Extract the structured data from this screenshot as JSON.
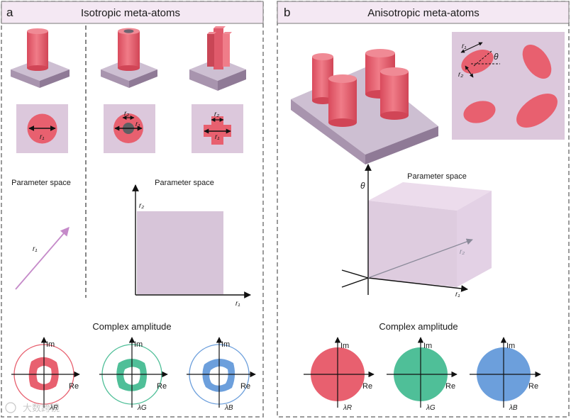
{
  "panel_a": {
    "letter": "a",
    "title": "Isotropic meta-atoms",
    "r1": "r₁",
    "r2": "r₂",
    "param_space_label": "Parameter space",
    "param_space_label_2": "Parameter space",
    "axis_r1": "r₁",
    "axis_r2": "r₂",
    "diag_r1": "r₁",
    "complex_title": "Complex amplitude",
    "im_label": "Im",
    "re_label": "Re",
    "wavelengths": [
      "λR",
      "λG",
      "λB"
    ]
  },
  "panel_b": {
    "letter": "b",
    "title": "Anisotropic meta-atoms",
    "r1": "r₁",
    "r2": "r₂",
    "theta": "θ",
    "param_space_label": "Parameter space",
    "axis_theta": "θ",
    "axis_r1": "r₁",
    "axis_r2": "r₂",
    "complex_title": "Complex amplitude",
    "im_label": "Im",
    "re_label": "Re",
    "wavelengths": [
      "λR",
      "λG",
      "λB"
    ]
  },
  "watermark": "大数跨镜",
  "colors": {
    "red": "#e8606f",
    "green": "#4fbf98",
    "blue": "#6c9fdc",
    "lilac": "#dcc8dc",
    "slab": "#b8a3bd",
    "header_fill": "#f4e8f3"
  }
}
